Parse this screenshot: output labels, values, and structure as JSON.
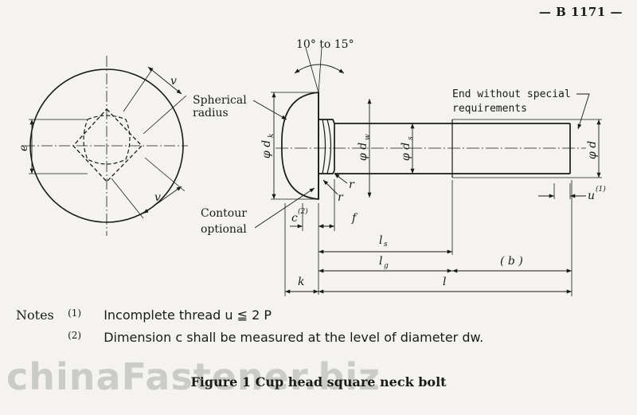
{
  "header": {
    "page_ref": "— B 1171 —"
  },
  "drawing": {
    "angle_label": "10° to 15°",
    "spherical_label_1": "Spherical",
    "spherical_label_2": "radius",
    "end_label_1": "End without special",
    "end_label_2": "requirements",
    "contour_label_1": "Contour",
    "contour_label_2": "optional",
    "dim_e": "e",
    "dim_v_top": "v",
    "dim_v_bottom": "v",
    "dim_dk": "φ d",
    "dim_dk_sub": "k",
    "dim_dw": "φ d",
    "dim_dw_sub": "w",
    "dim_ds": "φ d",
    "dim_ds_sub": "s",
    "dim_d": "φ d",
    "dim_r1": "r",
    "dim_r2": "r",
    "dim_c": "c",
    "dim_c_mark": "(2)",
    "dim_f": "f",
    "dim_u": "u",
    "dim_u_mark": "(1)",
    "dim_ls": "l",
    "dim_ls_sub": "s",
    "dim_lg": "l",
    "dim_lg_sub": "g",
    "dim_b": "( b )",
    "dim_k": "k",
    "dim_l": "l"
  },
  "notes": {
    "heading": "Notes",
    "items": [
      {
        "mark": "(1)",
        "text": "Incomplete thread u ≦ 2 P"
      },
      {
        "mark": "(2)",
        "text": "Dimension c shall be measured at the level of diameter dw."
      }
    ]
  },
  "caption": "Figure 1   Cup head square neck bolt",
  "watermark": "chinaFastener.biz",
  "colors": {
    "ink": "#1a1a1a",
    "paper": "#f4f3ef",
    "watermark": "#9a9a9a"
  }
}
